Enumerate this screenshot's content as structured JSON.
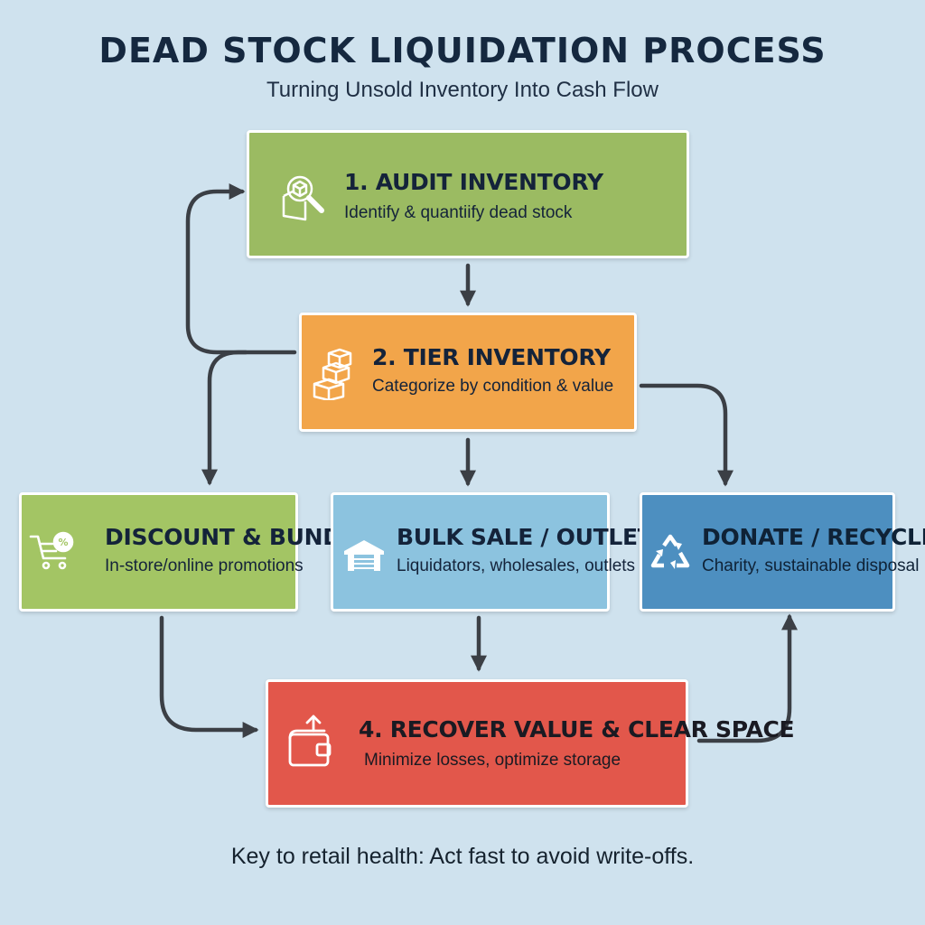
{
  "title": "DEAD STOCK LIQUIDATION PROCESS",
  "subtitle": "Turning Unsold Inventory Into Cash Flow",
  "steps": {
    "audit": {
      "heading": "1. AUDIT INVENTORY",
      "description": "Identify & quantiify dead stock",
      "icon": "magnifier-box-icon",
      "color": "#9bbb62"
    },
    "tier": {
      "heading": "2. TIER INVENTORY",
      "description": "Categorize by condition & value",
      "icon": "stacked-boxes-icon",
      "color": "#f2a54a"
    },
    "discount": {
      "heading": "DISCOUNT & BUNDLE",
      "description": "In-store/online promotions",
      "icon": "cart-percent-icon",
      "color": "#a3c564"
    },
    "bulk": {
      "heading": "BULK SALE / OUTLET",
      "description": "Liquidators, wholesales, outlets",
      "icon": "warehouse-icon",
      "color": "#8cc3df"
    },
    "donate": {
      "heading": "DONATE / RECYCLE",
      "description": "Charity, sustainable disposal",
      "icon": "recycle-icon",
      "color": "#4d8fc0"
    },
    "recover": {
      "heading": "4. RECOVER VALUE & CLEAR SPACE",
      "description": "Minimize losses, optimize storage",
      "icon": "wallet-arrow-icon",
      "color": "#e2574b"
    }
  },
  "footer": "Key to retail health: Act fast to avoid write-offs.",
  "arrow_color": "#3b3f45"
}
